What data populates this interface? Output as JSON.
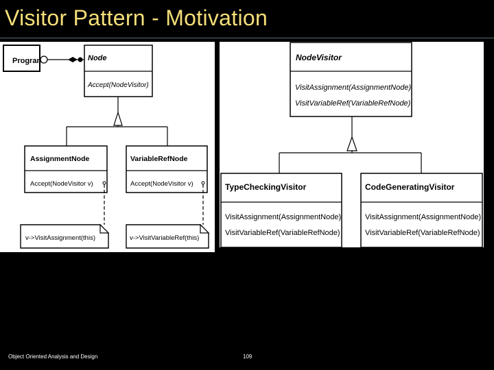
{
  "slide": {
    "title": "Visitor Pattern - Motivation",
    "footer_left": "Object Oriented Analysis and Design",
    "page_number": "109"
  },
  "left_diagram": {
    "program": "Program",
    "node": {
      "name": "Node",
      "operation": "Accept(NodeVisitor)"
    },
    "assignment_node": {
      "name": "AssignmentNode",
      "operation": "Accept(NodeVisitor v)"
    },
    "variable_ref_node": {
      "name": "VariableRefNode",
      "operation": "Accept(NodeVisitor v)"
    },
    "note_assignment": "v->VisitAssignment(this)",
    "note_variable_ref": "v->VisitVariableRef(this)"
  },
  "right_diagram": {
    "node_visitor": {
      "name": "NodeVisitor",
      "operations": [
        "VisitAssignment(AssignmentNode)",
        "VisitVariableRef(VariableRefNode)"
      ]
    },
    "type_checking_visitor": {
      "name": "TypeCheckingVisitor",
      "operations": [
        "VisitAssignment(AssignmentNode)",
        "VisitVariableRef(VariableRefNode)"
      ]
    },
    "code_generating_visitor": {
      "name": "CodeGeneratingVisitor",
      "operations": [
        "VisitAssignment(AssignmentNode)",
        "VisitVariableRef(VariableRefNode)"
      ]
    }
  },
  "colors": {
    "title": "#f5df7a",
    "background": "#000000",
    "panel": "#ffffff"
  }
}
